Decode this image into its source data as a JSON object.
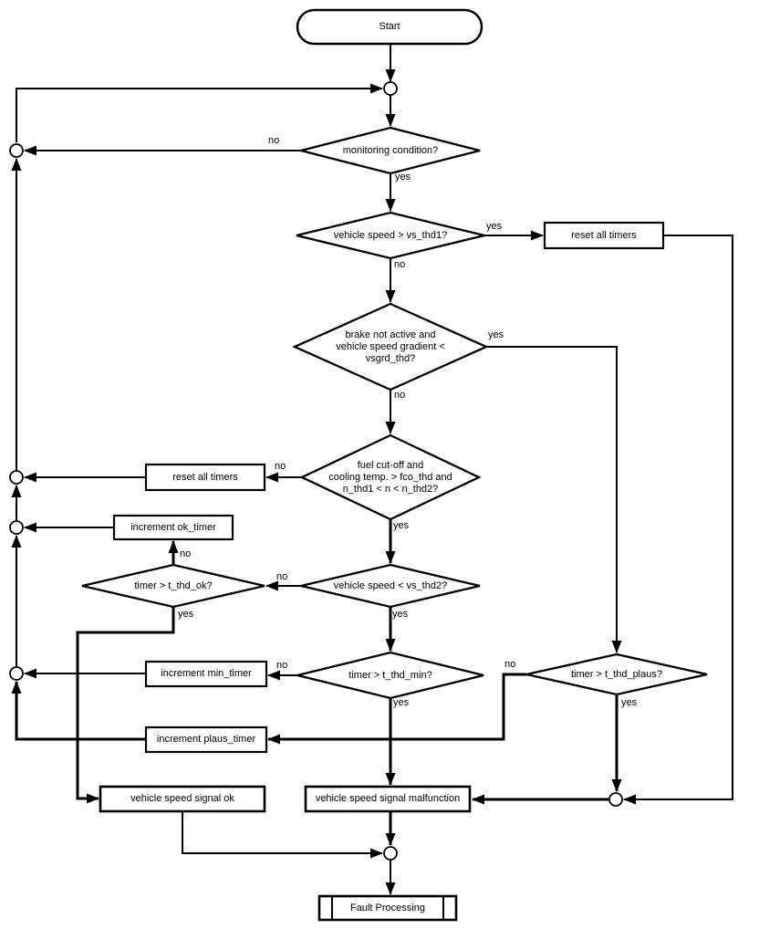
{
  "meta": {
    "background_color": "#ffffff",
    "line_color": "#000000",
    "shape_fill_color": "#ffffff"
  },
  "nodes": {
    "start": {
      "type": "terminator",
      "label": "Start"
    },
    "monitoring_condition": {
      "type": "decision",
      "label": "monitoring condition?"
    },
    "vehicle_speed_gt_vs_thd1": {
      "type": "decision",
      "label": "vehicle speed > vs_thd1?"
    },
    "reset_all_timers_right": {
      "type": "process",
      "label": "reset all timers"
    },
    "brake_not_active": {
      "type": "decision",
      "label": "brake not active and\nvehicle speed gradient <\nvsgrd_thd?"
    },
    "fuel_cut_off": {
      "type": "decision",
      "label": "fuel cut-off and\ncooling temp. > fco_thd and\nn_thd1 < n < n_thd2?"
    },
    "reset_all_timers_left": {
      "type": "process",
      "label": "reset all timers"
    },
    "increment_ok_timer": {
      "type": "process",
      "label": "increment ok_timer"
    },
    "timer_gt_t_thd_ok": {
      "type": "decision",
      "label": "timer > t_thd_ok?"
    },
    "vehicle_speed_lt_vs_thd2": {
      "type": "decision",
      "label": "vehicle speed < vs_thd2?"
    },
    "timer_gt_t_thd_min": {
      "type": "decision",
      "label": "timer > t_thd_min?"
    },
    "increment_min_timer": {
      "type": "process",
      "label": "increment min_timer"
    },
    "timer_gt_t_thd_plaus": {
      "type": "decision",
      "label": "timer > t_thd_plaus?"
    },
    "increment_plaus_timer": {
      "type": "process",
      "label": "increment plaus_timer"
    },
    "vehicle_speed_signal_ok": {
      "type": "process",
      "label": "vehicle speed signal ok"
    },
    "vehicle_speed_signal_malfunction": {
      "type": "process",
      "label": "vehicle speed signal malfunction"
    },
    "fault_processing": {
      "type": "predefined-process",
      "label": "Fault Processing"
    }
  },
  "edge_labels": {
    "monitoring_no": "no",
    "monitoring_yes": "yes",
    "vs_thd1_yes": "yes",
    "vs_thd1_no": "no",
    "brake_yes": "yes",
    "brake_no": "no",
    "fuel_no": "no",
    "fuel_yes": "yes",
    "t_thd_ok_no": "no",
    "t_thd_ok_yes": "yes",
    "vs_thd2_no": "no",
    "vs_thd2_yes": "yes",
    "t_thd_min_no": "no",
    "t_thd_min_yes": "yes",
    "t_thd_plaus_no": "no",
    "t_thd_plaus_yes": "yes"
  }
}
